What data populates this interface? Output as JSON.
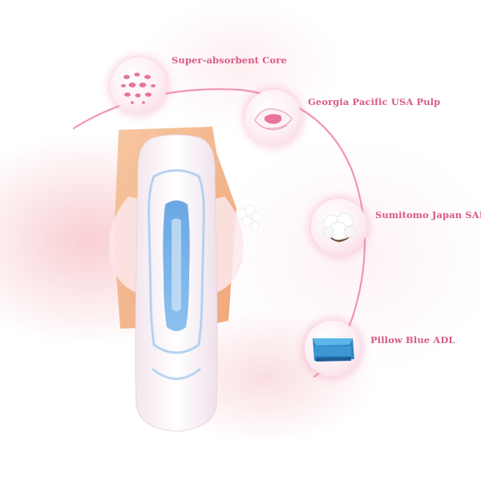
{
  "features": [
    {
      "id": "core",
      "label": "Super-absorbent Core",
      "icon": "dotted-core-icon"
    },
    {
      "id": "pulp",
      "label": "Georgia Pacific USA Pulp",
      "icon": "pad-pulp-icon"
    },
    {
      "id": "sap",
      "label": "Sumitomo Japan SAP",
      "icon": "cotton-icon"
    },
    {
      "id": "adl",
      "label": "Pillow Blue ADL",
      "icon": "blue-layer-icon"
    }
  ],
  "colors": {
    "label_text": "#d85a86",
    "accent_pink": "#e8749c",
    "arc_pink": "#f08ab0",
    "adl_blue": "#4aa3dc",
    "pad_blue": "#9ec4ea",
    "backing_orange": "#f3b48c"
  }
}
